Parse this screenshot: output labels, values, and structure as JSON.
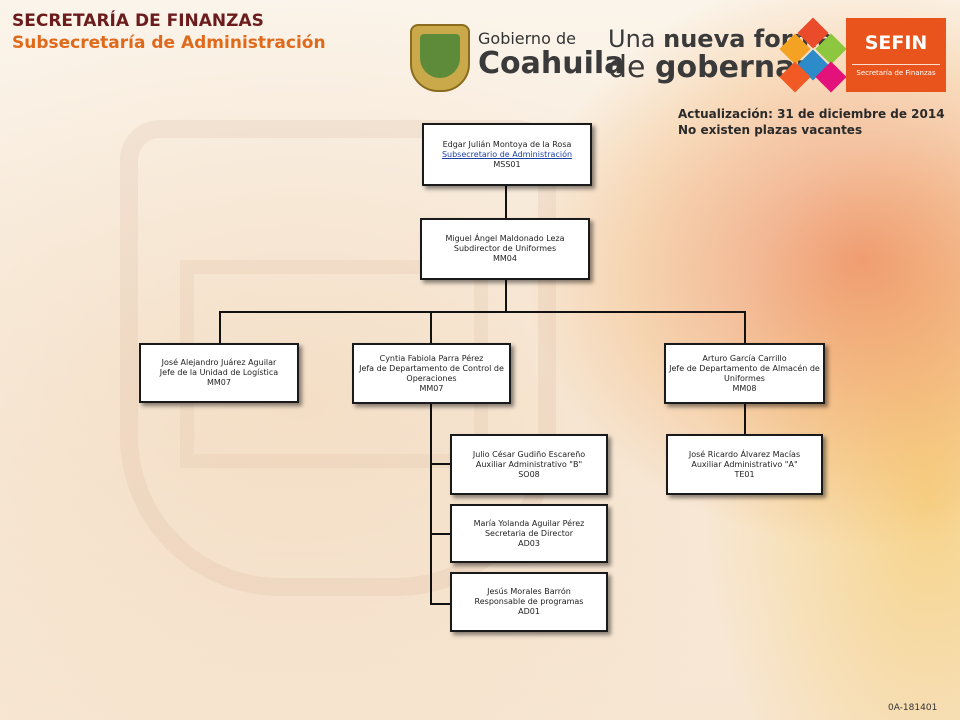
{
  "header": {
    "title": "SECRETARÍA DE FINANZAS",
    "subtitle": "Subsecretaría de Administración"
  },
  "branding": {
    "gobierno_line1": "Gobierno de",
    "gobierno_line2": "Coahuila",
    "slogan_prefix": "Una",
    "slogan_bold1": "nueva forma",
    "slogan_line2_prefix": "de",
    "slogan_bold2": "gobernar",
    "sefin_name": "SEFIN",
    "sefin_caption": "Secretaría de Finanzas",
    "square_colors": [
      "#e94b2b",
      "#8dc63f",
      "#f4a223",
      "#2e8bc9",
      "#e2127a",
      "#f15a24"
    ]
  },
  "update": {
    "line1": "Actualización: 31  de diciembre de 2014",
    "line2": "No existen plazas vacantes"
  },
  "org": {
    "subsecretario": {
      "name": "Edgar Julián Montoya de la Rosa",
      "role": "Subsecretario de Administración",
      "code": "MSS01"
    },
    "subdirector": {
      "name": "Miguel Ángel Maldonado Leza",
      "role": "Subdirector de Uniformes",
      "code": "MM04"
    },
    "logistica": {
      "name": "José Alejandro Juárez Aguilar",
      "role": "Jefe de la Unidad de Logística",
      "code": "MM07"
    },
    "control": {
      "name": "Cyntia Fabiola Parra Pérez",
      "role": "Jefa de Departamento de Control de Operaciones",
      "code": "MM07"
    },
    "almacen": {
      "name": "Arturo  García Carrillo",
      "role": "Jefe de Departamento de Almacén de Uniformes",
      "code": "MM08"
    },
    "aux_b": {
      "name": "Julio César Gudiño Escareño",
      "role": "Auxiliar  Administrativo  \"B\"",
      "code": "SO08"
    },
    "secretaria": {
      "name": "María Yolanda Aguilar Pérez",
      "role": "Secretaria  de Director",
      "code": "AD03"
    },
    "programas": {
      "name": "Jesús Morales Barrón",
      "role": "Responsable de programas",
      "code": "AD01"
    },
    "aux_a": {
      "name": "José Ricardo Álvarez Macías",
      "role": "Auxiliar  Administrativo  \"A\"",
      "code": "TE01"
    }
  },
  "footer": {
    "code": "0A-181401"
  }
}
